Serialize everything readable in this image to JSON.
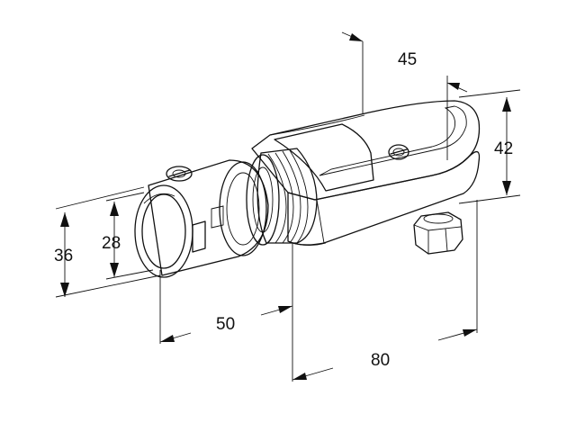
{
  "dimensions": {
    "width_top": "45",
    "height_right": "42",
    "outer_diameter": "36",
    "inner_diameter": "28",
    "length_sleeve": "50",
    "length_total": "80"
  },
  "colors": {
    "ink": "#111111",
    "shade_dark": "#2b2b2b",
    "shade_mid": "#9a9a9a",
    "shade_light": "#dcdcdc",
    "background": "#ffffff"
  }
}
